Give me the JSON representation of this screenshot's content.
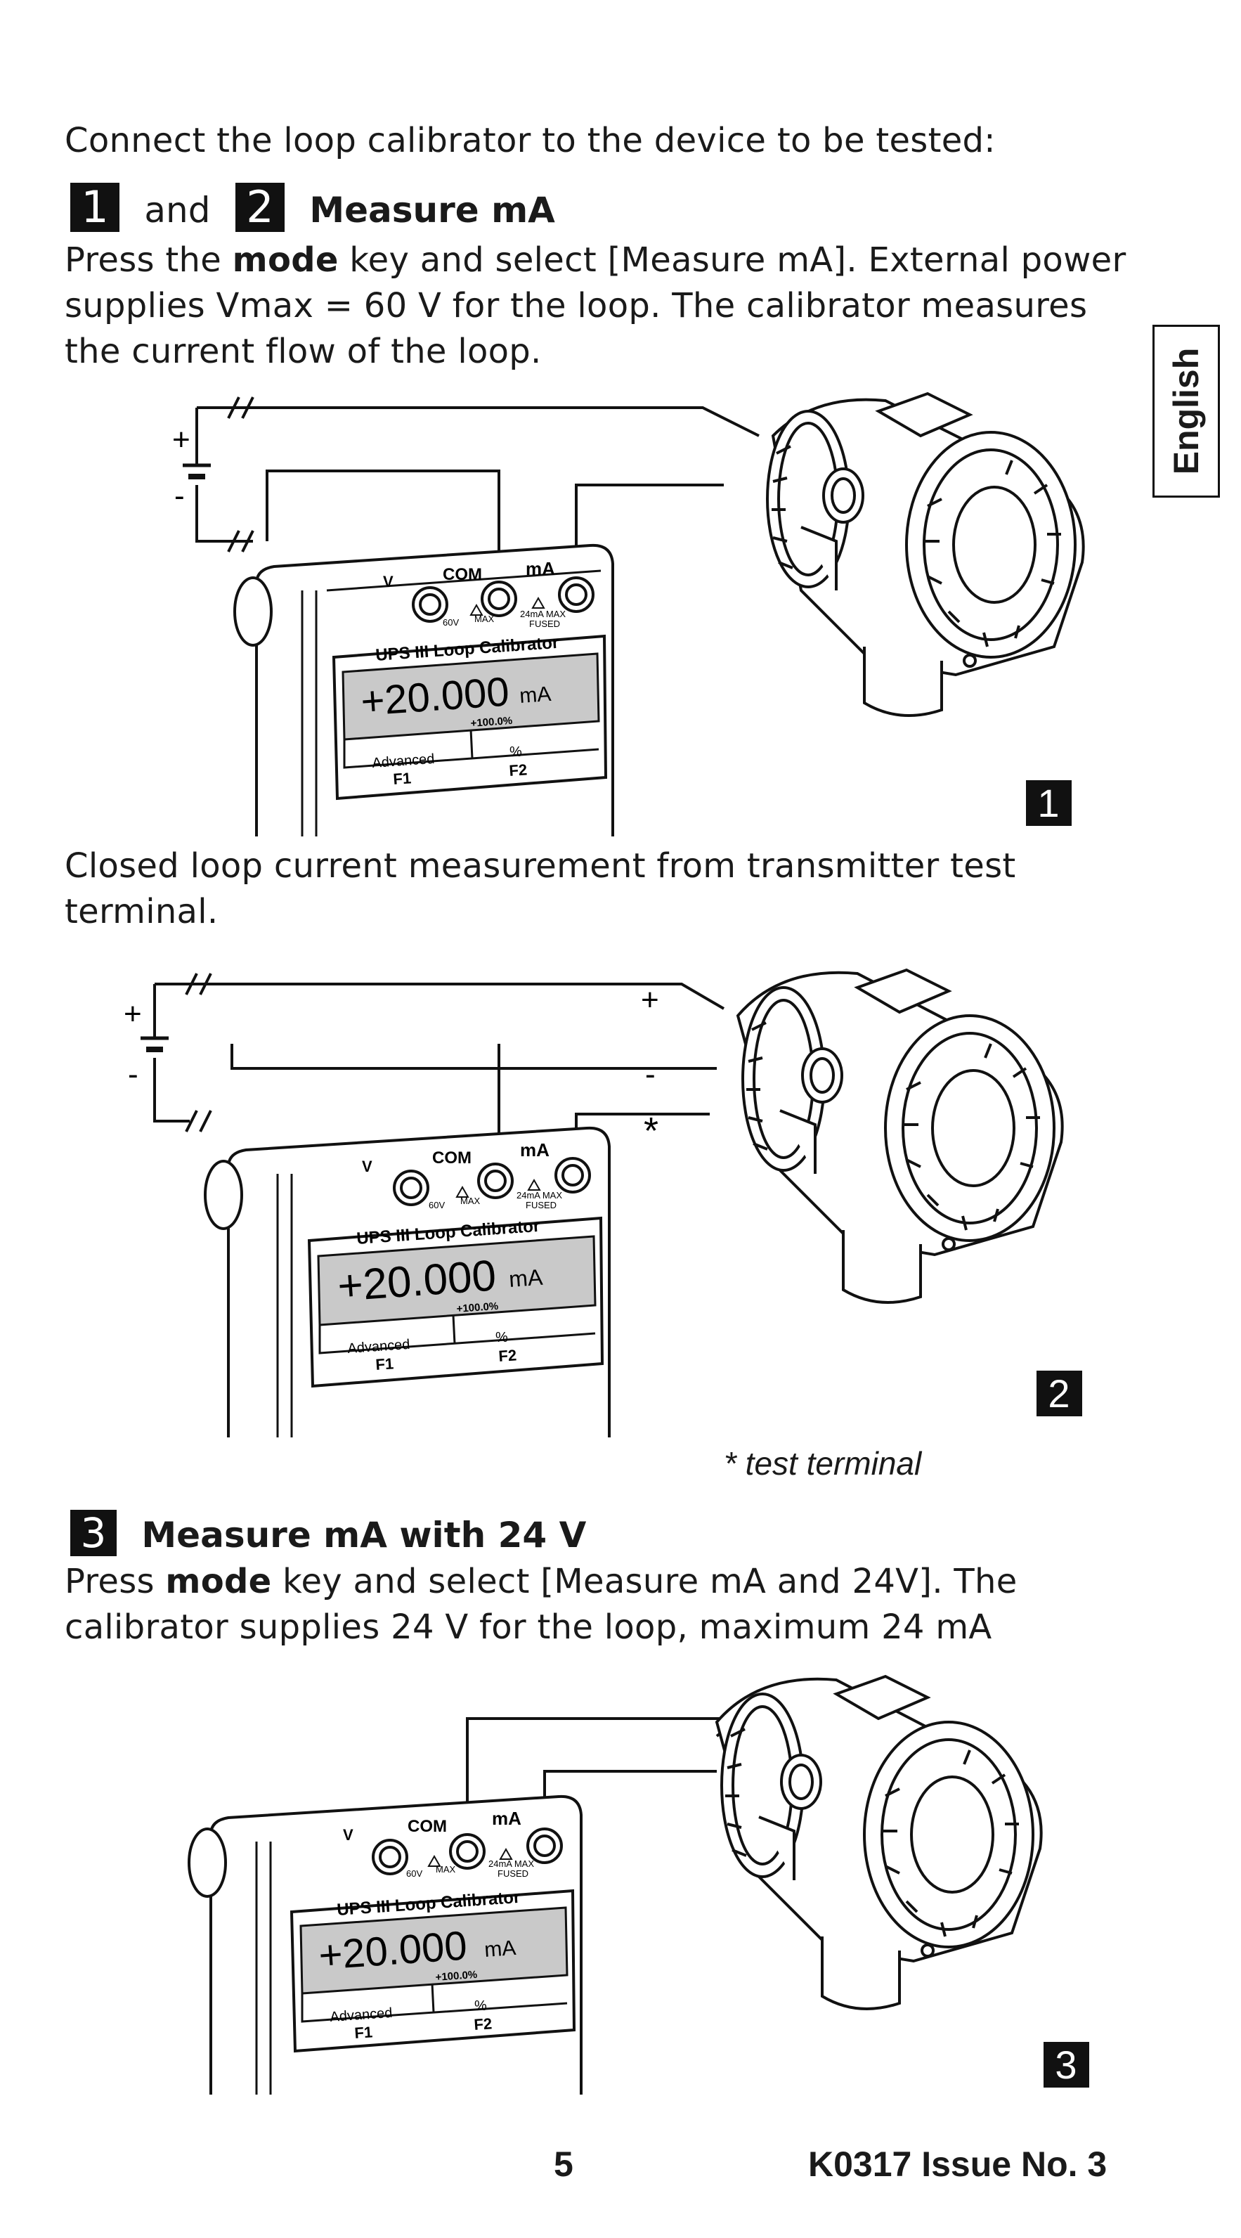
{
  "side_tab": "English",
  "intro": "Connect the loop calibrator to the device to be tested:",
  "section1": {
    "num_a": "1",
    "and": "and",
    "num_b": "2",
    "title": "Measure mA",
    "body_pre": "Press the ",
    "body_key": "mode",
    "body_line1_post": " key and select [Measure mA].   External power",
    "body_line2": "supplies Vmax = 60 V for the loop.  The calibrator measures",
    "body_line3": "the current flow of the loop."
  },
  "figure1": {
    "label": "1"
  },
  "closed_loop": {
    "line1": "Closed loop current measurement from transmitter test",
    "line2": "terminal."
  },
  "figure2": {
    "label": "2",
    "plus": "+",
    "minus": "-",
    "star": "*"
  },
  "test_terminal_note": "* test terminal",
  "section3": {
    "num": "3",
    "title": "Measure mA with 24 V",
    "body_pre": "Press ",
    "body_key": "mode",
    "body_line1_post": " key and select [Measure mA and 24V].  The",
    "body_line2": "calibrator supplies 24 V for the loop, maximum 24 mA"
  },
  "figure3": {
    "label": "3"
  },
  "calibrator": {
    "title": "UPS III  Loop Calibrator",
    "reading": "+20.000",
    "unit": "mA",
    "percent": "+100.0%",
    "softkey1": "Advanced",
    "softkey2": "%",
    "fkey1": "F1",
    "fkey2": "F2",
    "jack_v": "V",
    "jack_com": "COM",
    "jack_ma": "mA",
    "label_60v": "60V",
    "label_max": "MAX",
    "label_24ma": "24mA MAX",
    "label_fused": "FUSED"
  },
  "battery": {
    "plus": "+",
    "minus": "-"
  },
  "footer": {
    "page": "5",
    "doc": "K0317 Issue No. 3"
  }
}
